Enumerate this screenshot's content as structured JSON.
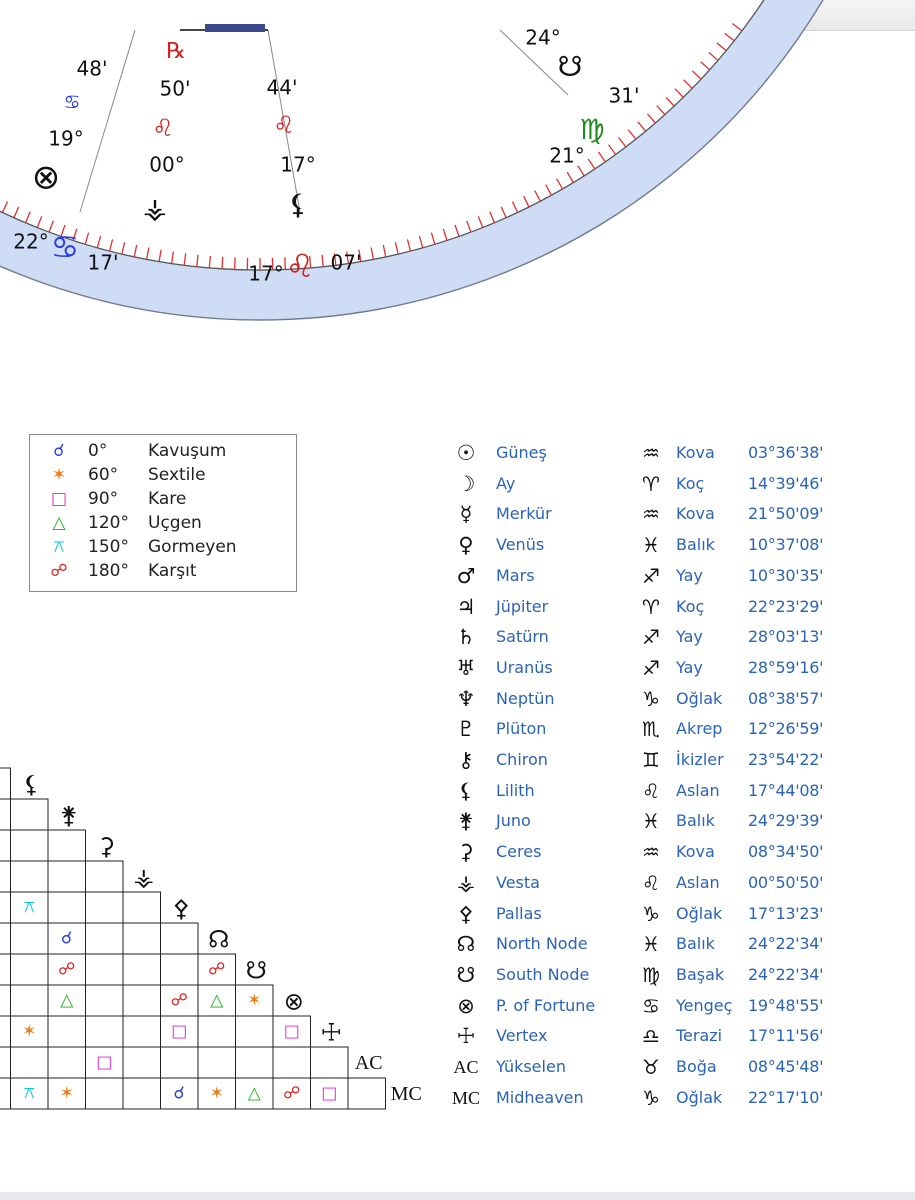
{
  "wheel": {
    "labels": [
      {
        "t": "48'",
        "c": "#111"
      },
      {
        "t": "♋",
        "c": "#2b3fe0"
      },
      {
        "t": "19°",
        "c": "#111"
      },
      {
        "t": "⊗",
        "c": "#111"
      },
      {
        "t": "℞",
        "c": "#d42020"
      },
      {
        "t": "50'",
        "c": "#111"
      },
      {
        "t": "♌",
        "c": "#d42020"
      },
      {
        "t": "00°",
        "c": "#111"
      },
      {
        "t": "⚶",
        "c": "#111"
      },
      {
        "t": "44'",
        "c": "#111"
      },
      {
        "t": "♌",
        "c": "#d42020"
      },
      {
        "t": "17°",
        "c": "#111"
      },
      {
        "t": "⚸",
        "c": "#111"
      },
      {
        "t": "24°",
        "c": "#111"
      },
      {
        "t": "☋",
        "c": "#111"
      },
      {
        "t": "31'",
        "c": "#111"
      },
      {
        "t": "♍",
        "c": "#1a8a1a"
      },
      {
        "t": "21°",
        "c": "#111"
      },
      {
        "t": "22°",
        "c": "#111"
      },
      {
        "t": "♋",
        "c": "#2b3fe0"
      },
      {
        "t": "17'",
        "c": "#111"
      },
      {
        "t": "17°",
        "c": "#111"
      },
      {
        "t": "♌",
        "c": "#d42020"
      },
      {
        "t": "07'",
        "c": "#111"
      }
    ]
  },
  "legend": {
    "rows": [
      {
        "sym": "☌",
        "color": "#2b3fe0",
        "deg": "0°",
        "name": "Kavuşum"
      },
      {
        "sym": "✶",
        "color": "#f07a10",
        "deg": "60°",
        "name": "Sextile"
      },
      {
        "sym": "□",
        "color": "#e020d0",
        "deg": "90°",
        "name": "Kare"
      },
      {
        "sym": "△",
        "color": "#18b018",
        "deg": "120°",
        "name": "Uçgen"
      },
      {
        "sym": "⚻",
        "color": "#10c8d8",
        "deg": "150°",
        "name": "Gormeyen"
      },
      {
        "sym": "☍",
        "color": "#e02020",
        "deg": "180°",
        "name": "Karşıt"
      }
    ]
  },
  "planets": [
    {
      "glyph": "☉",
      "name": "Güneş",
      "sign_glyph": "♒",
      "sign": "Kova",
      "deg": "03°36'38'"
    },
    {
      "glyph": "☽",
      "name": "Ay",
      "sign_glyph": "♈",
      "sign": "Koç",
      "deg": "14°39'46'"
    },
    {
      "glyph": "☿",
      "name": "Merkür",
      "sign_glyph": "♒",
      "sign": "Kova",
      "deg": "21°50'09'"
    },
    {
      "glyph": "♀",
      "name": "Venüs",
      "sign_glyph": "♓",
      "sign": "Balık",
      "deg": "10°37'08'"
    },
    {
      "glyph": "♂",
      "name": "Mars",
      "sign_glyph": "♐",
      "sign": "Yay",
      "deg": "10°30'35'"
    },
    {
      "glyph": "♃",
      "name": "Jüpiter",
      "sign_glyph": "♈",
      "sign": "Koç",
      "deg": "22°23'29'"
    },
    {
      "glyph": "♄",
      "name": "Satürn",
      "sign_glyph": "♐",
      "sign": "Yay",
      "deg": "28°03'13'"
    },
    {
      "glyph": "♅",
      "name": "Uranüs",
      "sign_glyph": "♐",
      "sign": "Yay",
      "deg": "28°59'16'"
    },
    {
      "glyph": "♆",
      "name": "Neptün",
      "sign_glyph": "♑",
      "sign": "Oğlak",
      "deg": "08°38'57'"
    },
    {
      "glyph": "♇",
      "name": "Plüton",
      "sign_glyph": "♏",
      "sign": "Akrep",
      "deg": "12°26'59'"
    },
    {
      "glyph": "⚷",
      "name": "Chiron",
      "sign_glyph": "♊",
      "sign": "İkizler",
      "deg": "23°54'22'"
    },
    {
      "glyph": "⚸",
      "name": "Lilith",
      "sign_glyph": "♌",
      "sign": "Aslan",
      "deg": "17°44'08'"
    },
    {
      "glyph": "⚵",
      "name": "Juno",
      "sign_glyph": "♓",
      "sign": "Balık",
      "deg": "24°29'39'"
    },
    {
      "glyph": "⚳",
      "name": "Ceres",
      "sign_glyph": "♒",
      "sign": "Kova",
      "deg": "08°34'50'"
    },
    {
      "glyph": "⚶",
      "name": "Vesta",
      "sign_glyph": "♌",
      "sign": "Aslan",
      "deg": "00°50'50'"
    },
    {
      "glyph": "⚴",
      "name": "Pallas",
      "sign_glyph": "♑",
      "sign": "Oğlak",
      "deg": "17°13'23'"
    },
    {
      "glyph": "☊",
      "name": "North Node",
      "sign_glyph": "♓",
      "sign": "Balık",
      "deg": "24°22'34'"
    },
    {
      "glyph": "☋",
      "name": "South Node",
      "sign_glyph": "♍",
      "sign": "Başak",
      "deg": "24°22'34'"
    },
    {
      "glyph": "⊗",
      "name": "P. of Fortune",
      "sign_glyph": "♋",
      "sign": "Yengeç",
      "deg": "19°48'55'"
    },
    {
      "glyph": "☩",
      "name": "Vertex",
      "sign_glyph": "♎",
      "sign": "Terazi",
      "deg": "17°11'56'"
    },
    {
      "glyph": "AC",
      "name": "Yükselen",
      "sign_glyph": "♉",
      "sign": "Boğa",
      "deg": "08°45'48'"
    },
    {
      "glyph": "MC",
      "name": "Midheaven",
      "sign_glyph": "♑",
      "sign": "Oğlak",
      "deg": "22°17'10'"
    }
  ],
  "aspect_grid": {
    "headers": [
      "⚷",
      "⚸",
      "⚵",
      "⚳",
      "⚶",
      "⚴",
      "☊",
      "☋",
      "⊗",
      "☩",
      "AC",
      "MC"
    ],
    "cells": [
      {
        "r": 1,
        "c": 0,
        "a": "sq"
      },
      {
        "r": 4,
        "c": 1,
        "a": "qx"
      },
      {
        "r": 5,
        "c": 0,
        "a": "sq"
      },
      {
        "r": 5,
        "c": 2,
        "a": "cj"
      },
      {
        "r": 6,
        "c": 0,
        "a": "sq"
      },
      {
        "r": 6,
        "c": 2,
        "a": "op"
      },
      {
        "r": 6,
        "c": 6,
        "a": "op"
      },
      {
        "r": 7,
        "c": 2,
        "a": "tr"
      },
      {
        "r": 7,
        "c": 5,
        "a": "op"
      },
      {
        "r": 7,
        "c": 6,
        "a": "tr"
      },
      {
        "r": 7,
        "c": 7,
        "a": "sx"
      },
      {
        "r": 8,
        "c": 1,
        "a": "sx"
      },
      {
        "r": 8,
        "c": 5,
        "a": "sq"
      },
      {
        "r": 8,
        "c": 8,
        "a": "sq"
      },
      {
        "r": 9,
        "c": 3,
        "a": "sq"
      },
      {
        "r": 10,
        "c": 0,
        "a": "qx"
      },
      {
        "r": 10,
        "c": 1,
        "a": "qx"
      },
      {
        "r": 10,
        "c": 2,
        "a": "sx"
      },
      {
        "r": 10,
        "c": 5,
        "a": "cj"
      },
      {
        "r": 10,
        "c": 6,
        "a": "sx"
      },
      {
        "r": 10,
        "c": 7,
        "a": "tr"
      },
      {
        "r": 10,
        "c": 8,
        "a": "op"
      },
      {
        "r": 10,
        "c": 9,
        "a": "sq"
      }
    ]
  }
}
